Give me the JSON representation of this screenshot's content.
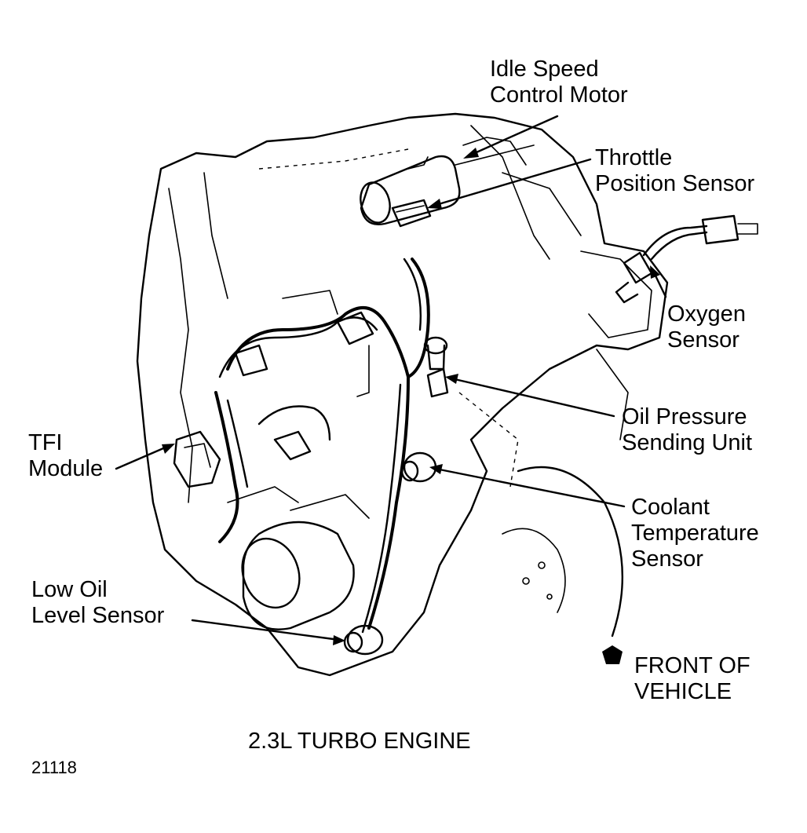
{
  "labels": {
    "idle_speed_control_motor": [
      "Idle Speed",
      "Control Motor"
    ],
    "throttle_position_sensor": [
      "Throttle",
      "Position Sensor"
    ],
    "oxygen_sensor": [
      "Oxygen",
      "Sensor"
    ],
    "oil_pressure_sending_unit": [
      "Oil Pressure",
      "Sending Unit"
    ],
    "tfi_module": [
      "TFI",
      "Module"
    ],
    "coolant_temperature_sensor": [
      "Coolant",
      "Temperature",
      "Sensor"
    ],
    "low_oil_level_sensor": [
      "Low Oil",
      "Level Sensor"
    ],
    "front_of_vehicle": [
      "FRONT OF",
      "VEHICLE"
    ]
  },
  "caption": "2.3L TURBO ENGINE",
  "figure_number": "21118",
  "colors": {
    "ink": "#000000",
    "paper": "#ffffff"
  },
  "icons": {
    "front_marker": "pentagon-icon"
  }
}
